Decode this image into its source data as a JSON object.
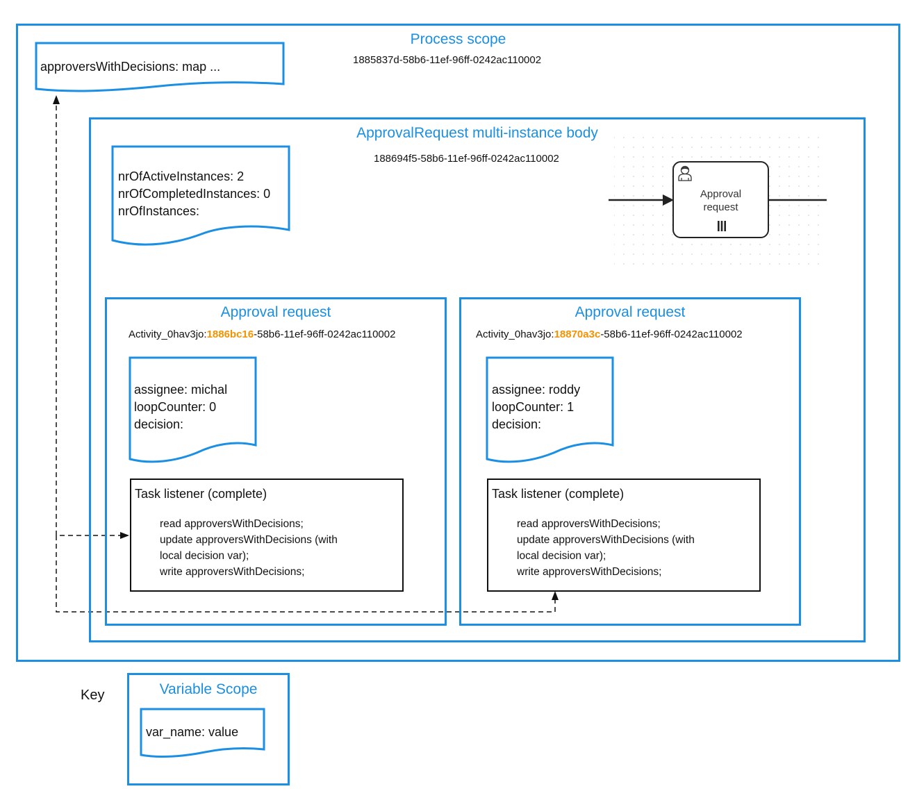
{
  "process_scope": {
    "title": "Process scope",
    "id": "1885837d-58b6-11ef-96ff-0242ac110002",
    "variables": [
      "approversWithDecisions: map ..."
    ]
  },
  "multi_instance_body": {
    "title": "ApprovalRequest multi-instance body",
    "id": "188694f5-58b6-11ef-96ff-0242ac110002",
    "variables": [
      "nrOfActiveInstances: 2",
      "nrOfCompletedInstances: 0",
      "nrOfInstances:"
    ]
  },
  "bpmn_task": {
    "label_line1": "Approval",
    "label_line2": "request",
    "icon": "user-icon",
    "marker": "parallel-multi-instance-icon"
  },
  "instances": [
    {
      "title": "Approval request",
      "id_prefix": "Activity_0hav3jo:",
      "id_highlight": "1886bc16",
      "id_suffix": "-58b6-11ef-96ff-0242ac110002",
      "variables": [
        "assignee: michal",
        "loopCounter: 0",
        "decision:"
      ],
      "listener_title": "Task listener (complete)",
      "listener_code": [
        "read approversWithDecisions;",
        "update approversWithDecisions (with",
        "local decision var);",
        "write approversWithDecisions;"
      ]
    },
    {
      "title": "Approval request",
      "id_prefix": "Activity_0hav3jo:",
      "id_highlight": "18870a3c",
      "id_suffix": "-58b6-11ef-96ff-0242ac110002",
      "variables": [
        "assignee: roddy",
        "loopCounter: 1",
        "decision:"
      ],
      "listener_title": "Task listener (complete)",
      "listener_code": [
        "read approversWithDecisions;",
        "update approversWithDecisions (with",
        "local decision var);",
        "write approversWithDecisions;"
      ]
    }
  ],
  "key": {
    "label": "Key",
    "scope_title": "Variable Scope",
    "variable": "var_name: value"
  },
  "colors": {
    "scope_border": "#1a8fe3",
    "scope_title": "#1a8fe3",
    "highlight": "#f59200",
    "connector": "#111111"
  }
}
